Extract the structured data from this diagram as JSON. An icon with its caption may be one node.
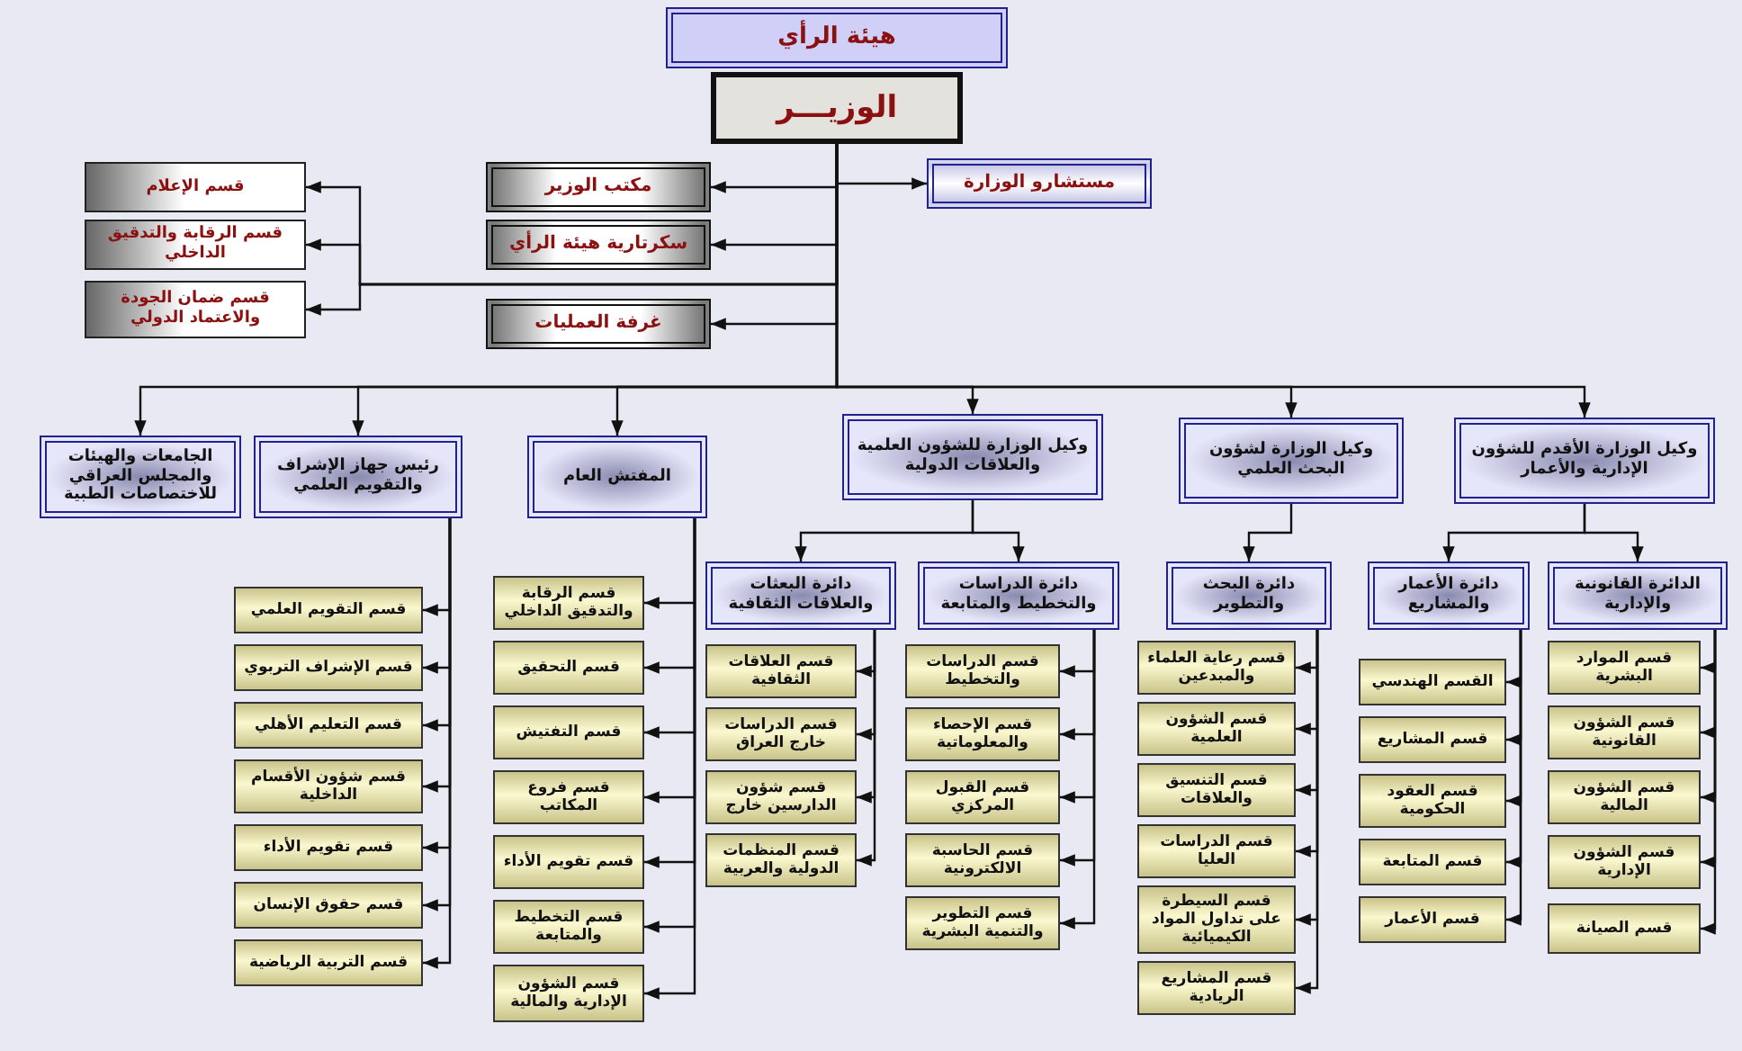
{
  "diagram": {
    "nodes": [
      {
        "text": [
          "هيئة الرأي"
        ]
      },
      {
        "text": [
          "الوزيـــر"
        ]
      },
      {
        "text": [
          "مستشارو الوزارة"
        ]
      },
      {
        "text": [
          "مكتب الوزير"
        ]
      },
      {
        "text": [
          "سكرتارية هيئة الرأي"
        ]
      },
      {
        "text": [
          "غرفة العمليات"
        ]
      },
      {
        "text": [
          "قسم الإعلام"
        ]
      },
      {
        "text": [
          "قسم الرقابة والتدقيق الداخلي"
        ]
      },
      {
        "text": [
          "قسم ضمان الجودة والاعتماد الدولي"
        ]
      },
      {
        "text": [
          "وكيل الوزارة الأقدم للشؤون الإدارية والأعمار"
        ]
      },
      {
        "text": [
          "وكيل الوزارة لشؤون البحث العلمي"
        ]
      },
      {
        "text": [
          "وكيل الوزارة للشؤون العلمية والعلاقات الدولية"
        ]
      },
      {
        "text": [
          "المفتش العام"
        ]
      },
      {
        "text": [
          "رئيس جهاز الإشراف والتقويم العلمي"
        ]
      },
      {
        "text": [
          "الجامعات والهيئات والمجلس العراقي للاختصاصات الطبية"
        ]
      },
      {
        "text": [
          "الدائرة القانونية والإدارية"
        ]
      },
      {
        "text": [
          "دائرة الأعمار والمشاريع"
        ]
      },
      {
        "text": [
          "قسم الموارد البشرية"
        ]
      },
      {
        "text": [
          "قسم الشؤون القانونية"
        ]
      },
      {
        "text": [
          "قسم الشؤون المالية"
        ]
      },
      {
        "text": [
          "قسم الشؤون الإدارية"
        ]
      },
      {
        "text": [
          "قسم الصيانة"
        ]
      },
      {
        "text": [
          "القسم الهندسي"
        ]
      },
      {
        "text": [
          "قسم المشاريع"
        ]
      },
      {
        "text": [
          "قسم العقود الحكومية"
        ]
      },
      {
        "text": [
          "قسم المتابعة"
        ]
      },
      {
        "text": [
          "قسم الأعمار"
        ]
      },
      {
        "text": [
          "دائرة البحث والتطوير"
        ]
      },
      {
        "text": [
          "قسم رعاية العلماء والمبدعين"
        ]
      },
      {
        "text": [
          "قسم الشؤون العلمية"
        ]
      },
      {
        "text": [
          "قسم التنسيق والعلاقات"
        ]
      },
      {
        "text": [
          "قسم الدراسات العليا"
        ]
      },
      {
        "text": [
          "قسم السيطرة على تداول المواد الكيميائية"
        ]
      },
      {
        "text": [
          "قسم المشاريع الريادية"
        ]
      },
      {
        "text": [
          "دائرة الدراسات والتخطيط والمتابعة"
        ]
      },
      {
        "text": [
          "دائرة البعثات والعلاقات الثقافية"
        ]
      },
      {
        "text": [
          "قسم الدراسات والتخطيط"
        ]
      },
      {
        "text": [
          "قسم الإحصاء والمعلوماتية"
        ]
      },
      {
        "text": [
          "قسم القبول المركزي"
        ]
      },
      {
        "text": [
          "قسم الحاسبة الالكترونية"
        ]
      },
      {
        "text": [
          "قسم التطوير والتنمية البشرية"
        ]
      },
      {
        "text": [
          "قسم العلاقات الثقافية"
        ]
      },
      {
        "text": [
          "قسم الدراسات خارج العراق"
        ]
      },
      {
        "text": [
          "قسم شؤون الدارسين خارج"
        ]
      },
      {
        "text": [
          "قسم المنظمات الدولية والعربية"
        ]
      },
      {
        "text": [
          "قسم الرقابة والتدقيق الداخلي"
        ]
      },
      {
        "text": [
          "قسم التحقيق"
        ]
      },
      {
        "text": [
          "قسم التفتيش"
        ]
      },
      {
        "text": [
          "قسم فروع المكاتب"
        ]
      },
      {
        "text": [
          "قسم تقويم الأداء"
        ]
      },
      {
        "text": [
          "قسم التخطيط والمتابعة"
        ]
      },
      {
        "text": [
          "قسم الشؤون الإدارية والمالية"
        ]
      },
      {
        "text": [
          "قسم التقويم العلمي"
        ]
      },
      {
        "text": [
          "قسم الإشراف التربوي"
        ]
      },
      {
        "text": [
          "قسم التعليم الأهلي"
        ]
      },
      {
        "text": [
          "قسم شؤون الأقسام الداخلية"
        ]
      },
      {
        "text": [
          "قسم تقويم الأداء"
        ]
      },
      {
        "text": [
          "قسم حقوق الإنسان"
        ]
      },
      {
        "text": [
          "قسم التربية الرياضية"
        ]
      }
    ],
    "edges": [
      {
        "from": 1,
        "to": 2,
        "arrow": "to"
      },
      {
        "from": 1,
        "to": 3,
        "arrow": "to"
      },
      {
        "from": 1,
        "to": 4,
        "arrow": "to"
      },
      {
        "from": 1,
        "to": 5,
        "arrow": "to"
      },
      {
        "from": 1,
        "to": 6,
        "arrow": "to"
      },
      {
        "from": 1,
        "to": 7,
        "arrow": "to"
      },
      {
        "from": 1,
        "to": 8,
        "arrow": "to"
      },
      {
        "from": 1,
        "to": 9,
        "arrow": "to"
      },
      {
        "from": 1,
        "to": 10,
        "arrow": "to"
      },
      {
        "from": 1,
        "to": 11,
        "arrow": "to"
      },
      {
        "from": 1,
        "to": 12,
        "arrow": "to"
      },
      {
        "from": 1,
        "to": 13,
        "arrow": "to"
      },
      {
        "from": 1,
        "to": 14,
        "arrow": "to"
      },
      {
        "from": 9,
        "to": 15,
        "arrow": "to"
      },
      {
        "from": 9,
        "to": 16,
        "arrow": "to"
      },
      {
        "from": 15,
        "to": 17,
        "arrow": "to"
      },
      {
        "from": 15,
        "to": 18,
        "arrow": "to"
      },
      {
        "from": 15,
        "to": 19,
        "arrow": "to"
      },
      {
        "from": 15,
        "to": 20,
        "arrow": "to"
      },
      {
        "from": 15,
        "to": 21,
        "arrow": "to"
      },
      {
        "from": 16,
        "to": 22,
        "arrow": "to"
      },
      {
        "from": 16,
        "to": 23,
        "arrow": "to"
      },
      {
        "from": 16,
        "to": 24,
        "arrow": "to"
      },
      {
        "from": 16,
        "to": 25,
        "arrow": "to"
      },
      {
        "from": 16,
        "to": 26,
        "arrow": "to"
      },
      {
        "from": 10,
        "to": 27,
        "arrow": "to"
      },
      {
        "from": 27,
        "to": 28,
        "arrow": "to"
      },
      {
        "from": 27,
        "to": 29,
        "arrow": "to"
      },
      {
        "from": 27,
        "to": 30,
        "arrow": "to"
      },
      {
        "from": 27,
        "to": 31,
        "arrow": "to"
      },
      {
        "from": 27,
        "to": 32,
        "arrow": "to"
      },
      {
        "from": 27,
        "to": 33,
        "arrow": "to"
      },
      {
        "from": 11,
        "to": 34,
        "arrow": "to"
      },
      {
        "from": 11,
        "to": 35,
        "arrow": "to"
      },
      {
        "from": 34,
        "to": 36,
        "arrow": "to"
      },
      {
        "from": 34,
        "to": 37,
        "arrow": "to"
      },
      {
        "from": 34,
        "to": 38,
        "arrow": "to"
      },
      {
        "from": 34,
        "to": 39,
        "arrow": "to"
      },
      {
        "from": 34,
        "to": 40,
        "arrow": "to"
      },
      {
        "from": 35,
        "to": 41,
        "arrow": "to"
      },
      {
        "from": 35,
        "to": 42,
        "arrow": "to"
      },
      {
        "from": 35,
        "to": 43,
        "arrow": "to"
      },
      {
        "from": 35,
        "to": 44,
        "arrow": "to"
      },
      {
        "from": 12,
        "to": 45,
        "arrow": "to"
      },
      {
        "from": 12,
        "to": 46,
        "arrow": "to"
      },
      {
        "from": 12,
        "to": 47,
        "arrow": "to"
      },
      {
        "from": 12,
        "to": 48,
        "arrow": "to"
      },
      {
        "from": 12,
        "to": 49,
        "arrow": "to"
      },
      {
        "from": 12,
        "to": 50,
        "arrow": "to"
      },
      {
        "from": 12,
        "to": 51,
        "arrow": "to"
      },
      {
        "from": 13,
        "to": 52,
        "arrow": "to"
      },
      {
        "from": 13,
        "to": 53,
        "arrow": "to"
      },
      {
        "from": 13,
        "to": 54,
        "arrow": "to"
      },
      {
        "from": 13,
        "to": 55,
        "arrow": "to"
      },
      {
        "from": 13,
        "to": 56,
        "arrow": "to"
      },
      {
        "from": 13,
        "to": 57,
        "arrow": "to"
      },
      {
        "from": 13,
        "to": 58,
        "arrow": "to"
      }
    ]
  }
}
